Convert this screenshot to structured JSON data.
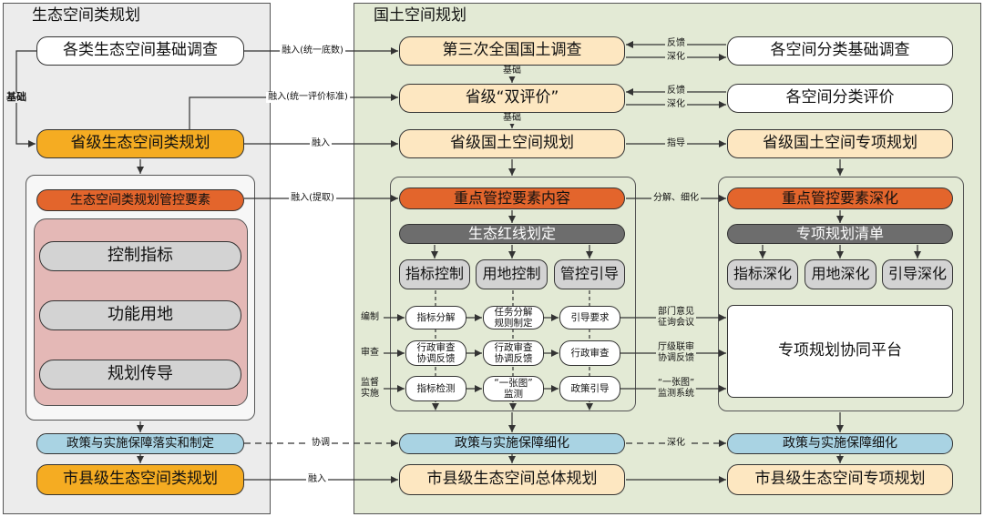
{
  "colors": {
    "ecological_panel_bg": "#ececec",
    "territorial_panel_bg": "#e3ead5",
    "cream": "#fde7c1",
    "orange": "#f5ac22",
    "red_orange": "#e3652c",
    "dark_gray": "#6d6d6d",
    "light_gray": "#d3d3d3",
    "pink": "#e4b8b6",
    "light_blue": "#a9d3e3"
  },
  "ecological": {
    "title": "生态空间类规划",
    "survey": "各类生态空间基础调查",
    "basis": "基础",
    "provincial": "省级生态空间类规划",
    "control_elements": "生态空间类规划管控要素",
    "control_items": [
      "控制指标",
      "功能用地",
      "规划传导"
    ],
    "policy": "政策与实施保障落实和制定",
    "city": "市县级生态空间类规划"
  },
  "integration": {
    "survey": "融入(统一底数)",
    "evaluation": "融入(统一评价标准)",
    "provincial": "融入",
    "elements": "融入(提取)",
    "policy": "协调",
    "city": "融入"
  },
  "territorial": {
    "title": "国土空间规划",
    "overall": {
      "survey": "第三次全国国土调查",
      "basis_1": "基础",
      "evaluation": "省级“双评价”",
      "basis_2": "基础",
      "provincial": "省级国土空间规划",
      "elements": "重点管控要素内容",
      "redline": "生态红线划定",
      "controls": [
        "指标控制",
        "用地控制",
        "管控引导"
      ],
      "stages": [
        {
          "label": "编制",
          "cells": [
            "指标分解",
            "任务分解\n规则制定",
            "引导要求"
          ]
        },
        {
          "label": "审查",
          "cells": [
            "行政审查\n协调反馈",
            "行政审查\n协调反馈",
            "行政审查"
          ]
        },
        {
          "label": "监督\n实施",
          "cells": [
            "指标检测",
            "“一张图”\n监测",
            "政策引导"
          ]
        }
      ],
      "policy": "政策与实施保障细化",
      "city": "市县级生态空间总体规划"
    },
    "links": {
      "survey_feedback": "反馈",
      "survey_deepen": "深化",
      "evaluation_feedback": "反馈",
      "evaluation_deepen": "深化",
      "provincial": "指导",
      "elements": "分解、细化",
      "stage_links": [
        "部门意见\n征询会议",
        "厅级联审\n协调反馈",
        "“一张图”\n监测系统"
      ],
      "policy": "深化"
    },
    "special": {
      "survey": "各空间分类基础调查",
      "evaluation": "各空间分类评价",
      "provincial": "省级国土空间专项规划",
      "elements": "重点管控要素深化",
      "list": "专项规划清单",
      "deepening": [
        "指标深化",
        "用地深化",
        "引导深化"
      ],
      "platform": "专项规划协同平台",
      "policy": "政策与实施保障细化",
      "city": "市县级生态空间专项规划"
    }
  }
}
